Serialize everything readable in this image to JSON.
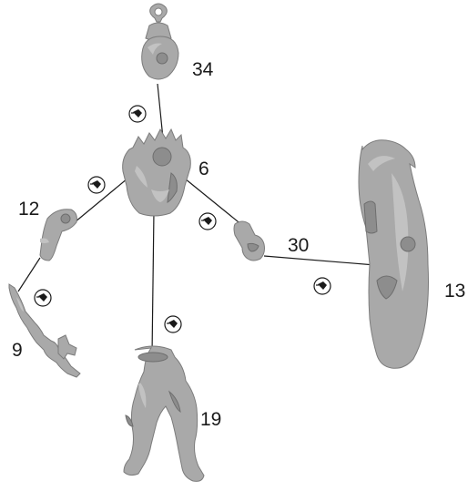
{
  "parts": [
    {
      "id": "34",
      "label": "34"
    },
    {
      "id": "6",
      "label": "6"
    },
    {
      "id": "12",
      "label": "12"
    },
    {
      "id": "9",
      "label": "9"
    },
    {
      "id": "30",
      "label": "30"
    },
    {
      "id": "13",
      "label": "13"
    },
    {
      "id": "19",
      "label": "19"
    }
  ],
  "glue_icon": "glue-bottle-icon",
  "colors": {
    "part_fill": "#a9a9a9",
    "line": "#1a1a1a",
    "background": "#ffffff"
  }
}
